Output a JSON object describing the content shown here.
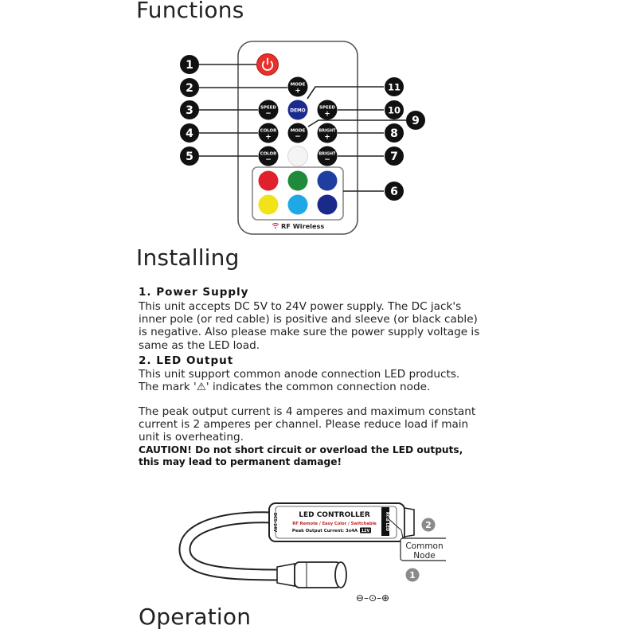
{
  "headings": {
    "functions": "Functions",
    "installing": "Installing",
    "operation": "Operation"
  },
  "remote": {
    "buttons": {
      "mode_plus": [
        "MODE",
        "+"
      ],
      "speed_minus": [
        "SPEED",
        "−"
      ],
      "demo": "DEMO",
      "speed_plus": [
        "SPEED",
        "+"
      ],
      "color_plus": [
        "COLOR",
        "+"
      ],
      "mode_minus": [
        "MODE",
        "−"
      ],
      "bright_plus": [
        "BRIGHT",
        "+"
      ],
      "color_minus": [
        "COLOR",
        "−"
      ],
      "bright_minus": [
        "BRIGHT",
        "−"
      ]
    },
    "footer": "RF Wireless",
    "callouts": [
      "1",
      "2",
      "3",
      "4",
      "5",
      "6",
      "7",
      "8",
      "9",
      "10",
      "11"
    ],
    "colors": {
      "power": "#e8302a",
      "demo": "#1b2a8f",
      "red": "#e0202a",
      "green": "#1f8a3a",
      "blue": "#1f3fa0",
      "yellow": "#f2e21a",
      "cyan": "#1ea8e6",
      "navy": "#1a2a8a"
    }
  },
  "installing": {
    "s1_title": "1. Power Supply",
    "s1_lines": [
      "This unit accepts DC 5V to 24V power supply. The DC jack's",
      "inner pole (or red cable) is positive and sleeve (or black cable)",
      "is negative. Also please make sure the power supply voltage is",
      "same as the LED load."
    ],
    "s2_title": "2. LED Output",
    "s2_lines": [
      "This unit support common anode connection LED products.",
      "The mark '⚠' indicates the common connection node."
    ],
    "s2_lines_b": [
      "The peak output current is 4 amperes and maximum constant",
      "current is 2 amperes per channel. Please reduce load if main",
      "unit is overheating."
    ],
    "caution_lines": [
      "CAUTION!  Do not short circuit or overload the LED outputs,",
      "this may lead to permanent damage!"
    ]
  },
  "controller": {
    "title": "LED CONTROLLER",
    "subtitle": "RF Remote / Easy Color / Switchable",
    "peak": "Peak Output Current: 3x4A",
    "badge": "12V",
    "side_left": "DC5-24V",
    "side_right": "RGB LED",
    "node_label": [
      "Common",
      "Node"
    ],
    "callout_2": "2",
    "callout_1": "1",
    "polarity": "⊖–⊙–⊕"
  }
}
